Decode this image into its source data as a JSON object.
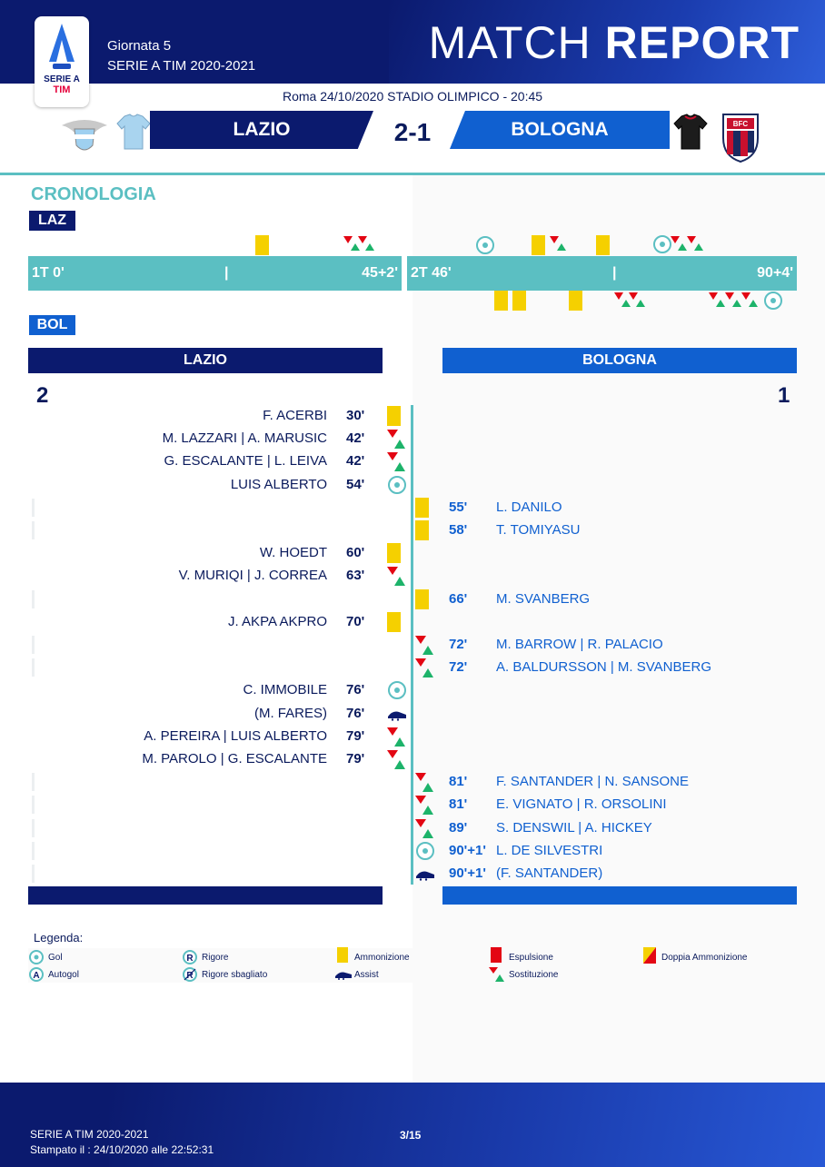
{
  "header": {
    "logo_text": "SERIE A",
    "logo_sub": "TIM",
    "giornata": "Giornata 5",
    "season": "SERIE A TIM 2020-2021",
    "title_light": "MATCH",
    "title_bold": "REPORT"
  },
  "match": {
    "venue": "Roma 24/10/2020 STADIO OLIMPICO - 20:45",
    "home": "LAZIO",
    "away": "BOLOGNA",
    "score": "2-1",
    "home_goals": "2",
    "away_goals": "1"
  },
  "chronology": {
    "title": "CRONOLOGIA",
    "home_tag": "LAZ",
    "away_tag": "BOL",
    "first_start": "1T 0'",
    "first_end": "45+2'",
    "second_start": "2T 46'",
    "second_end": "90+4'",
    "divider": "|"
  },
  "events": {
    "home": [
      {
        "name": "F. ACERBI",
        "minute": "30'",
        "type": "yellow"
      },
      {
        "name": "M. LAZZARI  |  A. MARUSIC",
        "minute": "42'",
        "type": "sub"
      },
      {
        "name": "G. ESCALANTE  |  L. LEIVA",
        "minute": "42'",
        "type": "sub"
      },
      {
        "name": "LUIS ALBERTO",
        "minute": "54'",
        "type": "goal"
      },
      {
        "name": "W. HOEDT",
        "minute": "60'",
        "type": "yellow"
      },
      {
        "name": "V. MURIQI  |  J. CORREA",
        "minute": "63'",
        "type": "sub"
      },
      {
        "name": "J. AKPA AKPRO",
        "minute": "70'",
        "type": "yellow"
      },
      {
        "name": "C. IMMOBILE",
        "minute": "76'",
        "type": "goal"
      },
      {
        "name": "(M. FARES)",
        "minute": "76'",
        "type": "assist"
      },
      {
        "name": "A. PEREIRA  |  LUIS ALBERTO",
        "minute": "79'",
        "type": "sub"
      },
      {
        "name": "M. PAROLO  |  G. ESCALANTE",
        "minute": "79'",
        "type": "sub"
      }
    ],
    "away": [
      {
        "name": "L. DANILO",
        "minute": "55'",
        "type": "yellow"
      },
      {
        "name": "T. TOMIYASU",
        "minute": "58'",
        "type": "yellow"
      },
      {
        "name": "M. SVANBERG",
        "minute": "66'",
        "type": "yellow"
      },
      {
        "name": "M. BARROW  |  R. PALACIO",
        "minute": "72'",
        "type": "sub"
      },
      {
        "name": "A. BALDURSSON  |  M. SVANBERG",
        "minute": "72'",
        "type": "sub"
      },
      {
        "name": "F. SANTANDER  |  N. SANSONE",
        "minute": "81'",
        "type": "sub"
      },
      {
        "name": "E. VIGNATO  |  R. ORSOLINI",
        "minute": "81'",
        "type": "sub"
      },
      {
        "name": "S. DENSWIL  |  A. HICKEY",
        "minute": "89'",
        "type": "sub"
      },
      {
        "name": "L. DE SILVESTRI",
        "minute": "90'+1'",
        "type": "goal"
      },
      {
        "name": "(F. SANTANDER)",
        "minute": "90'+1'",
        "type": "assist"
      }
    ]
  },
  "legend": {
    "title": "Legenda:",
    "goal": "Gol",
    "own_goal": "Autogol",
    "penalty": "Rigore",
    "missed_penalty": "Rigore sbagliato",
    "yellow": "Ammonizione",
    "assist": "Assist",
    "red": "Espulsione",
    "sub": "Sostituzione",
    "double_yellow": "Doppia Ammonizione"
  },
  "footer": {
    "season": "SERIE A TIM 2020-2021",
    "printed": "Stampato il : 24/10/2020 alle 22:52:31",
    "page": "3/15"
  },
  "colors": {
    "navy": "#0b1a6e",
    "blue": "#1060d0",
    "teal": "#5bbfc2",
    "yellow": "#f5d000",
    "red": "#e30613",
    "green": "#1db36a"
  }
}
